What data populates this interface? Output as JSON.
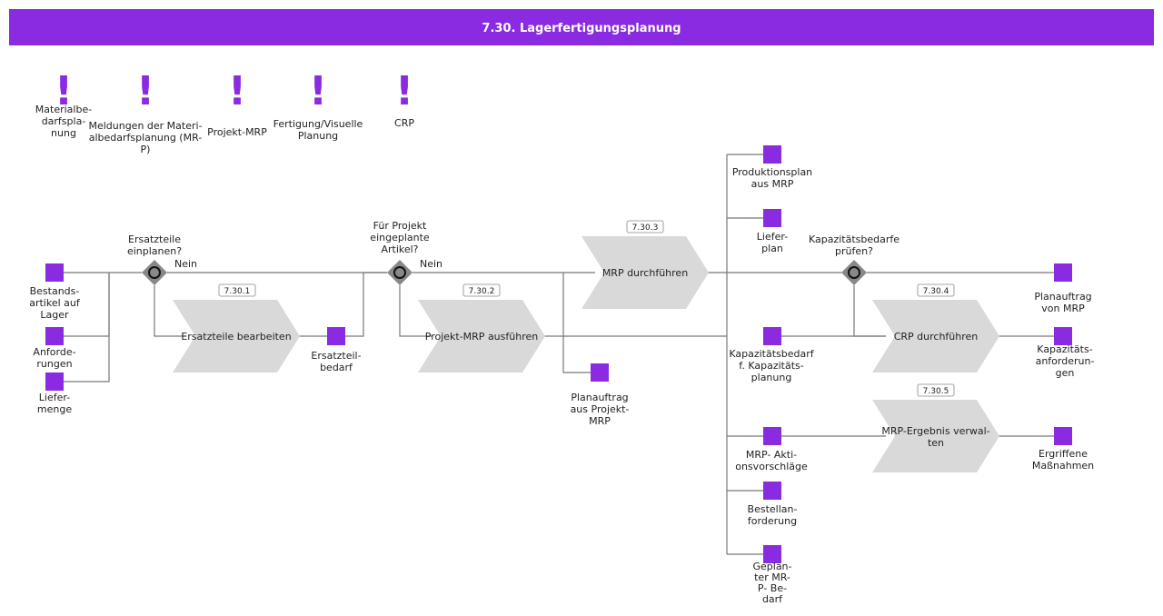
{
  "header": {
    "title": "7.30. Lagerfertigungsplanung"
  },
  "colors": {
    "accent": "#8a2be2",
    "function_fill": "#d9d9d9",
    "connector": "#777777",
    "gateway": "#888888"
  },
  "references": [
    {
      "label": "Materialbe-\ndarfspla-\nnung"
    },
    {
      "label": "Meldungen der Materi-\nalbedarfsplanung (MR-\nP)"
    },
    {
      "label": "Projekt-MRP"
    },
    {
      "label": "Fertigung/Visuelle\nPlanung"
    },
    {
      "label": "CRP"
    }
  ],
  "inputs": [
    {
      "label": "Bestands-\nartikel auf\nLager"
    },
    {
      "label": "Anforde-\nrungen"
    },
    {
      "label": "Liefer-\nmenge"
    }
  ],
  "gateways": [
    {
      "question": "Ersatzteile\neinplanen?",
      "branch": "Nein"
    },
    {
      "question": "Für Projekt\neingeplante\nArtikel?",
      "branch": "Nein"
    },
    {
      "question": "Kapazitätsbedarfe\nprüfen?"
    }
  ],
  "functions": [
    {
      "id": "7.30.1",
      "label": "Ersatzteile bearbeiten"
    },
    {
      "id": "7.30.2",
      "label": "Projekt-MRP ausführen"
    },
    {
      "id": "7.30.3",
      "label": "MRP durchführen"
    },
    {
      "id": "7.30.4",
      "label": "CRP durchführen"
    },
    {
      "id": "7.30.5",
      "label": "MRP-Ergebnis verwal-\nten"
    }
  ],
  "data_objects": [
    {
      "label": "Ersatzteil-\nbedarf"
    },
    {
      "label": "Planauftrag\naus Projekt-\nMRP"
    },
    {
      "label": "Produktionsplan\naus MRP"
    },
    {
      "label": "Liefer-\nplan"
    },
    {
      "label": "Kapazitätsbedarf\nf. Kapazitäts-\nplanung"
    },
    {
      "label": "MRP- Akti-\nonsvorschläge"
    },
    {
      "label": "Bestellan-\nforderung"
    },
    {
      "label": "Geplan-\nter MR-\nP- Be-\ndarf"
    },
    {
      "label": "Planauftrag\nvon MRP"
    },
    {
      "label": "Kapazitäts-\nanforderun-\ngen"
    },
    {
      "label": "Ergriffene\nMaßnahmen"
    }
  ]
}
